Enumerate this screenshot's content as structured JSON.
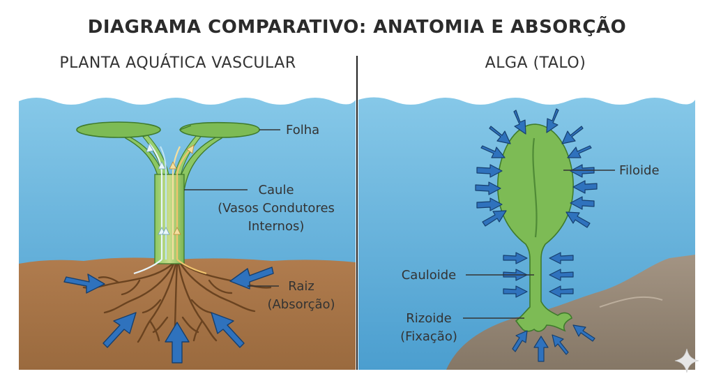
{
  "title": "DIAGRAMA COMPARATIVO: ANATOMIA E ABSORÇÃO",
  "panels": {
    "left": {
      "heading": "PLANTA AQUÁTICA VASCULAR",
      "labels": {
        "folha": "Folha",
        "caule": [
          "Caule",
          "(Vasos Condutores",
          "Internos)"
        ],
        "raiz": [
          "Raiz",
          "(Absorção)"
        ]
      }
    },
    "right": {
      "heading": "ALGA (TALO)",
      "labels": {
        "filoide": "Filoide",
        "cauloide": "Cauloide",
        "rizoide": [
          "Rizoide",
          "(Fixação)"
        ]
      }
    }
  },
  "colors": {
    "water_top": "#7cc0e2",
    "water_bottom": "#4a9ccd",
    "soil": "#a87447",
    "leaf": "#7dbb55",
    "leaf_dark": "#3f7a2c",
    "root": "#6a4320",
    "arrow": "#2f72bd",
    "arrow_stroke": "#163f6e",
    "rock": "#9a8a78"
  }
}
